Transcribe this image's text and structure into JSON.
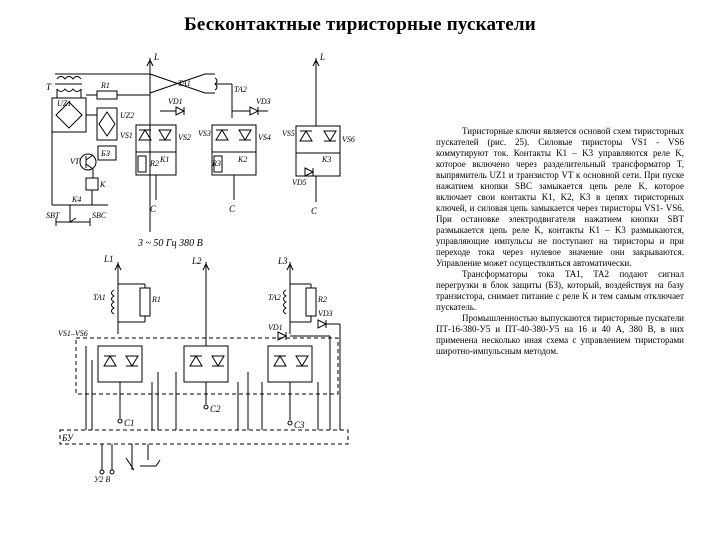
{
  "title": "Бесконтактные тиристорные пускатели",
  "diagram_top": {
    "labels": {
      "T": "T",
      "UZ1": "UZ1",
      "R1": "R1",
      "UZ2": "UZ2",
      "B3": "БЗ",
      "VT": "VT",
      "K": "K",
      "K4": "K4",
      "SBT": "SBT",
      "SBC": "SBC",
      "L_left": "L",
      "L_right": "L",
      "TA1": "TA1",
      "TA2": "TA2",
      "VS1": "VS1",
      "VS2": "VS2",
      "VS3": "VS3",
      "VS4": "VS4",
      "VS5": "VS5",
      "VS6": "VS6",
      "VD1": "VD1",
      "VD3": "VD3",
      "VD5": "VD5",
      "R2": "R2",
      "R3": "R3",
      "K1": "K1",
      "K2": "K2",
      "K3": "K3",
      "C_left": "C",
      "C_mid": "C",
      "C_right": "C"
    }
  },
  "diagram_bottom": {
    "supply": "3 ~ 50 Гц 380 В",
    "labels": {
      "L1": "L1",
      "L2": "L2",
      "L3": "L3",
      "TA1": "TA1",
      "TA2": "TA2",
      "R1": "R1",
      "R2": "R2",
      "VD1": "VD1",
      "VD3": "VD3",
      "VS": "VS1–VS6",
      "C1": "C1",
      "C2": "C2",
      "C3": "C3",
      "BU": "БУ",
      "bottom": "У2 В"
    }
  },
  "description": {
    "p1": "Тиристорные ключи является основой схем тиристорных пускателей (рис. 25). Силовые тиристоры VS1 - VS6 коммутируют ток. Контакты K1 – K3 управляются реле K, которое включено через разделительный трансформатор T, выпрямитель UZ1 и транзистор VT к основной сети. При пуске нажатием кнопки SBC замыкается цепь реле K, которое включает свои контакты K1, K2, K3 в цепях тиристорных ключей, и силовая цепь замыкается через тиристоры VS1- VS6. При остановке электродвигателя нажатием кнопки SBT размыкается цепь реле K, контакты K1 – K3 размыкаются, управляющие импульсы не поступают на тиристоры и при переходе тока через нулевое значение они закрываются. Управление может осуществляться автоматически.",
    "p2": "Трансформаторы тока TA1, TA2 подают сигнал перегрузки в блок защиты (БЗ), который, воздействуя на базу транзистора, снимает питание с реле K и тем самым отключает пускатель.",
    "p3": "Промышленностью выпускаются тиристорные пускатели ПТ-16-380-У5 и ПТ-40-380-У5 на 16 и 40 А, 380 В, в них применена несколько иная схема с управлением тиристорами широтно-импульсным методом."
  }
}
